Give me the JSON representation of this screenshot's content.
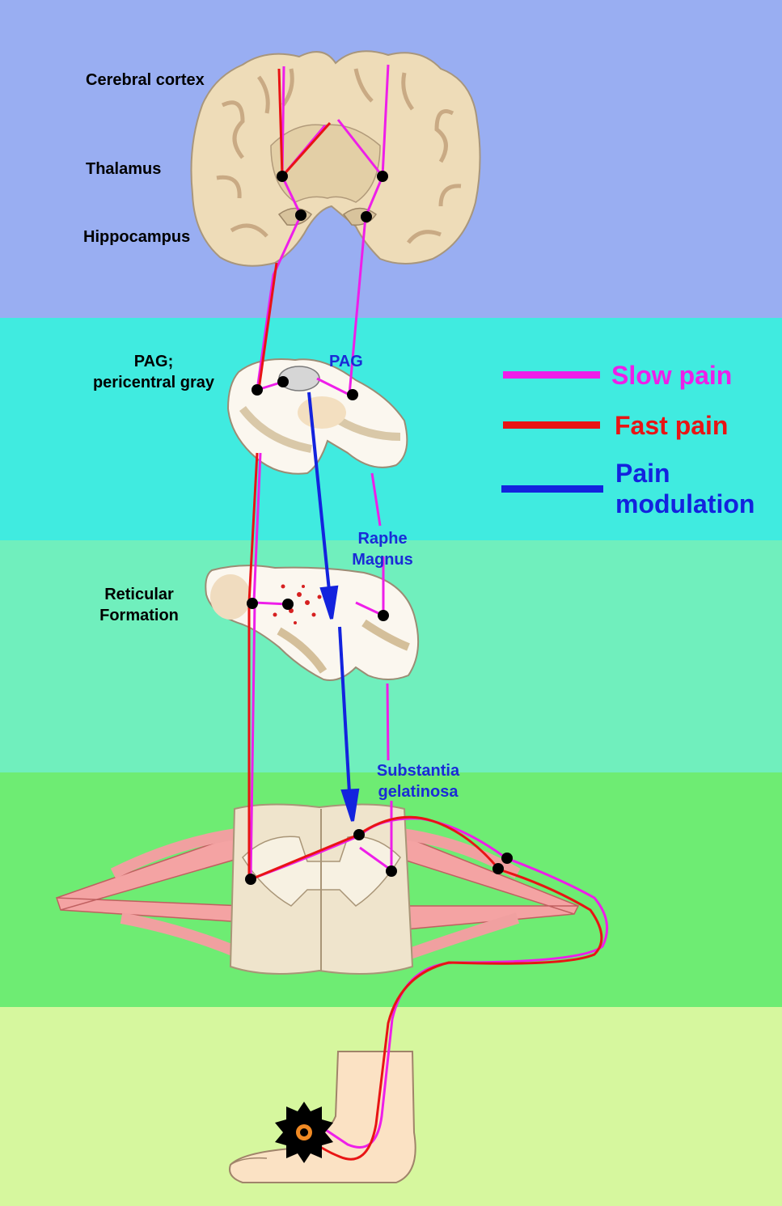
{
  "colors": {
    "band_brain": "#99aef2",
    "band_midbrain": "#40ebe0",
    "band_medulla": "#70efbd",
    "band_spinal": "#6eec73",
    "band_foot": "#d6f79e",
    "slow_pain": "#ee1ee9",
    "fast_pain": "#e81414",
    "modulation": "#1323de",
    "black_label": "#000000",
    "blue_label": "#1a2bd6"
  },
  "labels": {
    "cerebral_cortex": "Cerebral cortex",
    "thalamus": "Thalamus",
    "hippocampus": "Hippocampus",
    "pag_left_line1": "PAG;",
    "pag_left_line2": "pericentral gray",
    "pag_right": "PAG",
    "raphe_line1": "Raphe",
    "raphe_line2": "Magnus",
    "reticular_line1": "Reticular",
    "reticular_line2": "Formation",
    "substantia_line1": "Substantia",
    "substantia_line2": "gelatinosa"
  },
  "legend": {
    "slow": "Slow pain",
    "fast": "Fast pain",
    "mod_line1": "Pain",
    "mod_line2": "modulation"
  }
}
